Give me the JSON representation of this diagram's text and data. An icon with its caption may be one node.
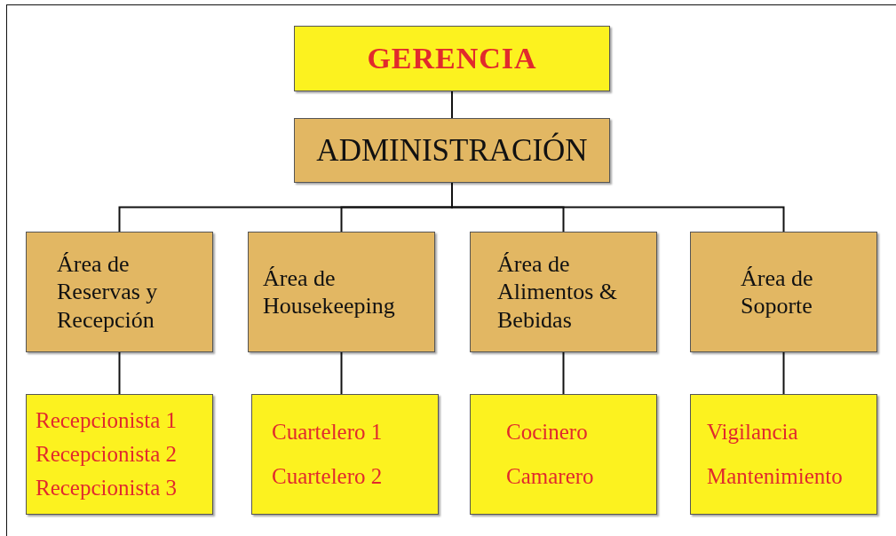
{
  "diagram": {
    "nodes": [
      {
        "text": [
          "GERENCIA"
        ]
      },
      {
        "text": [
          "ADMINISTRACIÓN"
        ]
      },
      {
        "text": [
          "Área de Reservas y Recepción"
        ]
      },
      {
        "text": [
          "Área de Housekeeping"
        ]
      },
      {
        "text": [
          "Área de Alimentos & Bebidas"
        ]
      },
      {
        "text": [
          "Área de Soporte"
        ]
      },
      {
        "text": [
          "Recepcionista 1",
          "Recepcionista 2",
          "Recepcionista 3"
        ]
      },
      {
        "text": [
          "Cuartelero 1",
          "Cuartelero 2"
        ]
      },
      {
        "text": [
          "Cocinero",
          "Camarero"
        ]
      },
      {
        "text": [
          "Vigilancia",
          "Mantenimiento"
        ]
      }
    ],
    "edges": [
      {
        "from": 0,
        "to": 1,
        "arrow": "none"
      },
      {
        "from": 1,
        "to": 2,
        "arrow": "none"
      },
      {
        "from": 1,
        "to": 3,
        "arrow": "none"
      },
      {
        "from": 1,
        "to": 4,
        "arrow": "none"
      },
      {
        "from": 1,
        "to": 5,
        "arrow": "none"
      },
      {
        "from": 2,
        "to": 6,
        "arrow": "none"
      },
      {
        "from": 3,
        "to": 7,
        "arrow": "none"
      },
      {
        "from": 4,
        "to": 8,
        "arrow": "none"
      },
      {
        "from": 5,
        "to": 9,
        "arrow": "none"
      }
    ]
  }
}
